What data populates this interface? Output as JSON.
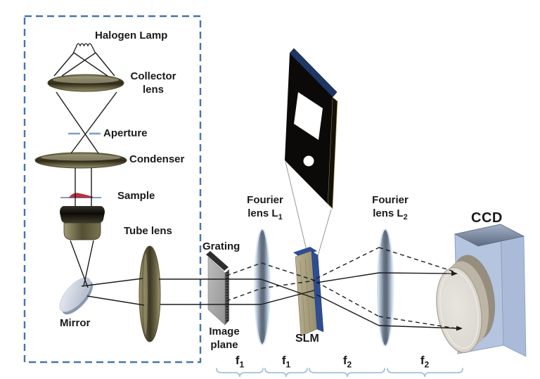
{
  "labels": {
    "halogen_lamp": "Halogen Lamp",
    "collector_line1": "Collector",
    "collector_line2": "lens",
    "aperture": "Aperture",
    "condenser": "Condenser",
    "sample": "Sample",
    "tube_lens": "Tube lens",
    "mirror": "Mirror",
    "grating": "Grating",
    "image_line1": "Image",
    "image_line2": "plane",
    "fourier1_line1": "Fourier",
    "fourier1_line2": "lens L",
    "fourier1_sub": "1",
    "slm": "SLM",
    "fourier2_line1": "Fourier",
    "fourier2_line2": "lens L",
    "fourier2_sub": "2",
    "ccd": "CCD"
  },
  "distance_markers": [
    {
      "label": "f",
      "sub": "1"
    },
    {
      "label": "f",
      "sub": "1"
    },
    {
      "label": "f",
      "sub": "2"
    },
    {
      "label": "f",
      "sub": "2"
    }
  ],
  "colors": {
    "dashed_border": "#4674ae",
    "brace": "#a3c0de",
    "ray": "#1c1c1c",
    "aperture_blue": "#7e9fca",
    "sample_red": "#b8333f",
    "slm_edge": "#2e4d92",
    "panel_blue": "#1e3766",
    "panel_black": "#0b0a08",
    "grating_frame": "#2d2d2d",
    "ccd_front": "#b5c5e0",
    "ccd_side": "#a9bbd8",
    "lens_rim": "#a89f8f"
  }
}
